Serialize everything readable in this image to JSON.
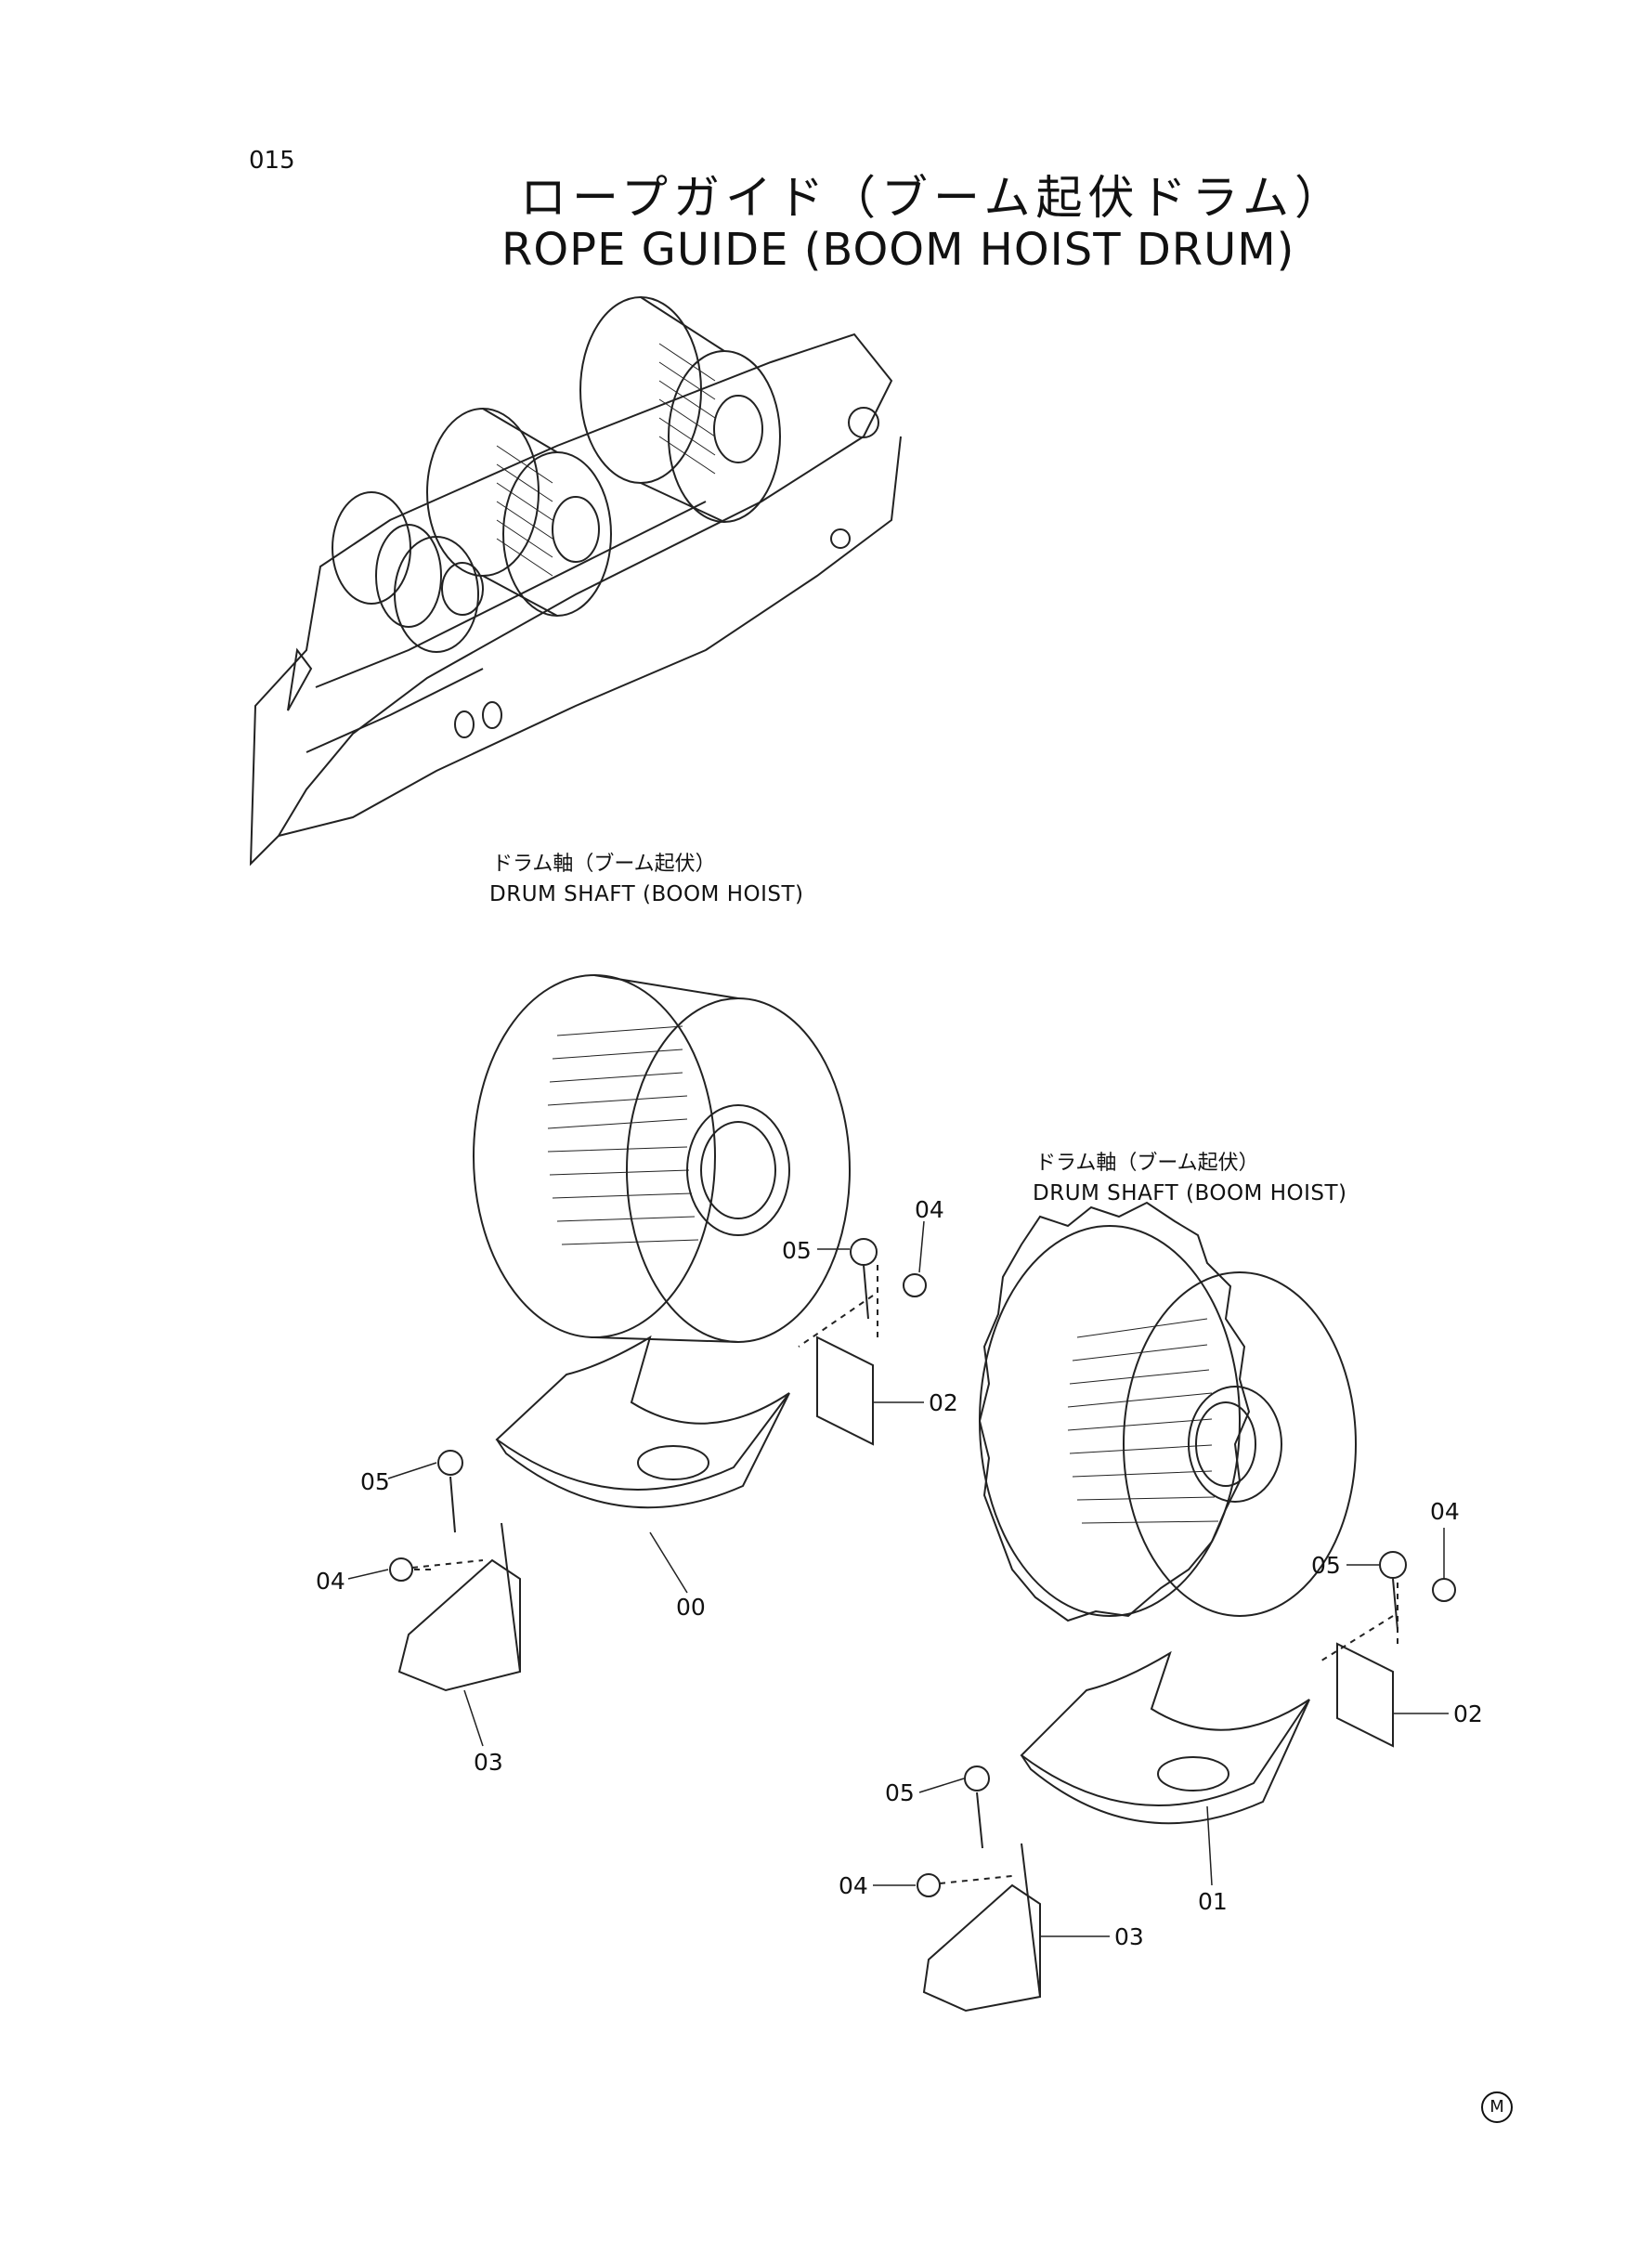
{
  "page_number": "015",
  "title_ja": "ロープガイド（ブーム起伏ドラム）",
  "title_en": "ROPE GUIDE (BOOM HOIST DRUM)",
  "drum_labels": [
    {
      "ja": "ドラム軸（ブーム起伏）",
      "en": "DRUM SHAFT (BOOM HOIST)"
    },
    {
      "ja": "ドラム軸（ブーム起伏）",
      "en": "DRUM SHAFT (BOOM HOIST)"
    }
  ],
  "parts": {
    "left": {
      "p04_top": "",
      "p05_a": "05",
      "p02": "02",
      "p05_b": "05",
      "p04": "04",
      "p00": "00",
      "p03": "03",
      "p04_upper": "04"
    },
    "right": {
      "p04_top": "04",
      "p05_a": "05",
      "p02": "02",
      "p05_b": "05",
      "p04": "04",
      "p01": "01",
      "p03": "03"
    }
  },
  "corner_mark": "M"
}
